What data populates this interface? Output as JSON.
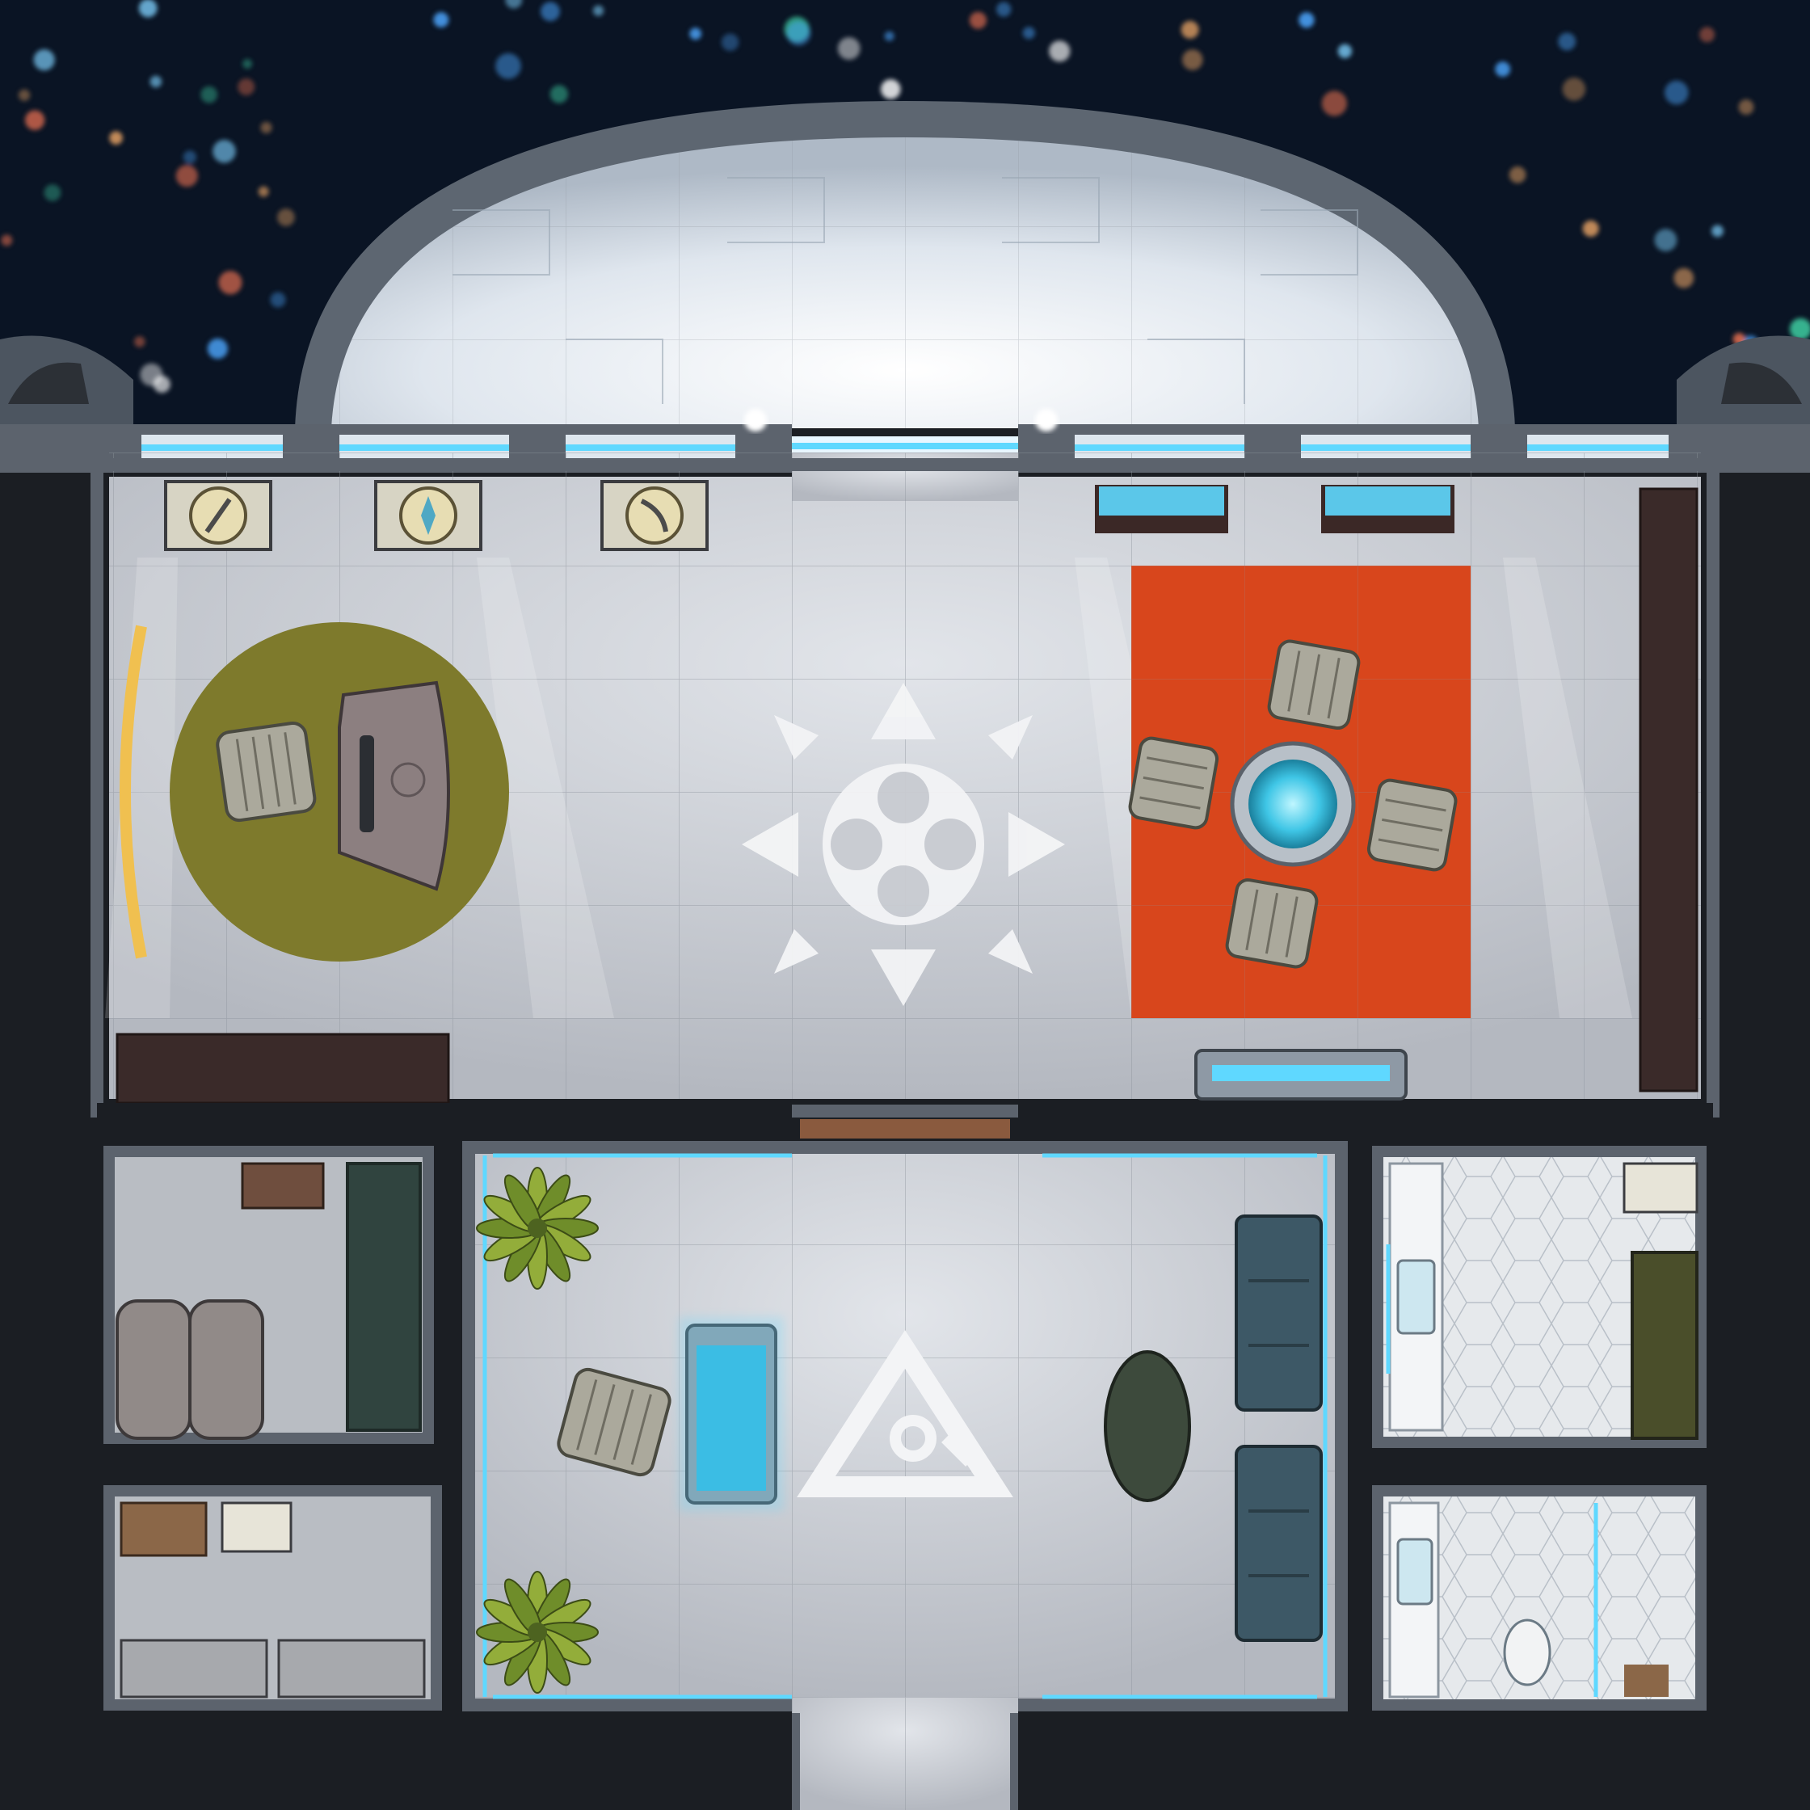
{
  "map": {
    "theme": "sci-fi space station interior",
    "rooms": [
      {
        "id": "observation-dome",
        "name": ""
      },
      {
        "id": "office-lounge",
        "name": ""
      },
      {
        "id": "common-room",
        "name": ""
      },
      {
        "id": "storage-room",
        "name": ""
      },
      {
        "id": "supply-room",
        "name": ""
      },
      {
        "id": "bedroom",
        "name": ""
      },
      {
        "id": "bathroom",
        "name": ""
      }
    ],
    "colors": {
      "space": "#0a1424",
      "floor": "#c9ccd2",
      "wall": "#545a62",
      "wall_dark": "#1c1f24",
      "rug_red": "#d8461c",
      "rug_olive": "#7e7a2c",
      "glow_cyan": "#5fd8ff",
      "bed_blue": "#2fb4dc",
      "desk_gold": "#f0c050"
    },
    "icons": [
      "compass-star-emblem-icon",
      "triangle-eye-emblem-icon",
      "sword-display-icon",
      "crystal-display-icon",
      "dagger-display-icon"
    ]
  }
}
